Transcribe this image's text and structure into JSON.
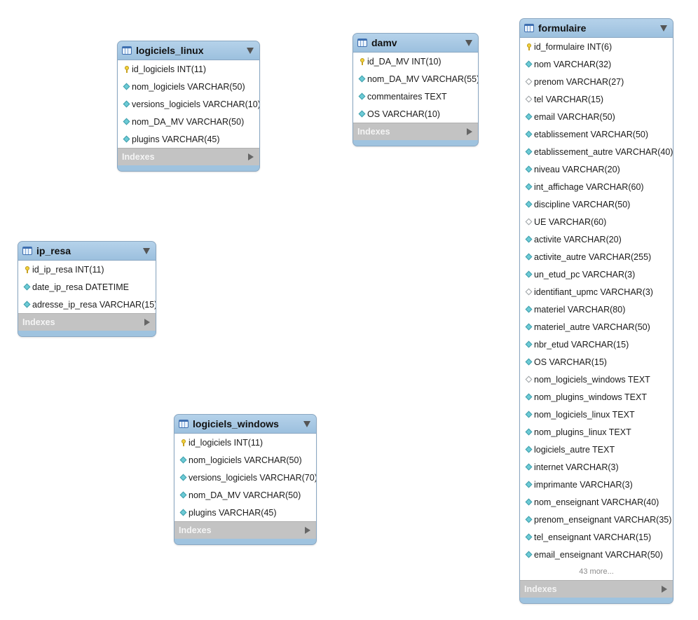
{
  "tables": [
    {
      "id": "logiciels_linux",
      "title": "logiciels_linux",
      "columns": [
        {
          "label": "id_logiciels INT(11)",
          "icon": "key"
        },
        {
          "label": "nom_logiciels VARCHAR(50)",
          "icon": "diamond"
        },
        {
          "label": "versions_logiciels VARCHAR(10)",
          "icon": "diamond"
        },
        {
          "label": "nom_DA_MV VARCHAR(50)",
          "icon": "diamond"
        },
        {
          "label": "plugins VARCHAR(45)",
          "icon": "diamond"
        }
      ],
      "indexes_label": "Indexes"
    },
    {
      "id": "damv",
      "title": "damv",
      "columns": [
        {
          "label": "id_DA_MV INT(10)",
          "icon": "key"
        },
        {
          "label": "nom_DA_MV VARCHAR(55)",
          "icon": "diamond"
        },
        {
          "label": "commentaires TEXT",
          "icon": "diamond"
        },
        {
          "label": "OS VARCHAR(10)",
          "icon": "diamond"
        }
      ],
      "indexes_label": "Indexes"
    },
    {
      "id": "ip_resa",
      "title": "ip_resa",
      "columns": [
        {
          "label": "id_ip_resa INT(11)",
          "icon": "key"
        },
        {
          "label": "date_ip_resa DATETIME",
          "icon": "diamond"
        },
        {
          "label": "adresse_ip_resa VARCHAR(15)",
          "icon": "diamond"
        }
      ],
      "indexes_label": "Indexes"
    },
    {
      "id": "logiciels_windows",
      "title": "logiciels_windows",
      "columns": [
        {
          "label": "id_logiciels INT(11)",
          "icon": "key"
        },
        {
          "label": "nom_logiciels VARCHAR(50)",
          "icon": "diamond"
        },
        {
          "label": "versions_logiciels VARCHAR(70)",
          "icon": "diamond"
        },
        {
          "label": "nom_DA_MV VARCHAR(50)",
          "icon": "diamond"
        },
        {
          "label": "plugins VARCHAR(45)",
          "icon": "diamond"
        }
      ],
      "indexes_label": "Indexes"
    },
    {
      "id": "formulaire",
      "title": "formulaire",
      "columns": [
        {
          "label": "id_formulaire INT(6)",
          "icon": "key"
        },
        {
          "label": "nom VARCHAR(32)",
          "icon": "diamond"
        },
        {
          "label": "prenom VARCHAR(27)",
          "icon": "diamond-open"
        },
        {
          "label": "tel VARCHAR(15)",
          "icon": "diamond-open"
        },
        {
          "label": "email VARCHAR(50)",
          "icon": "diamond"
        },
        {
          "label": "etablissement VARCHAR(50)",
          "icon": "diamond"
        },
        {
          "label": "etablissement_autre VARCHAR(40)",
          "icon": "diamond"
        },
        {
          "label": "niveau VARCHAR(20)",
          "icon": "diamond"
        },
        {
          "label": "int_affichage VARCHAR(60)",
          "icon": "diamond"
        },
        {
          "label": "discipline VARCHAR(50)",
          "icon": "diamond"
        },
        {
          "label": "UE VARCHAR(60)",
          "icon": "diamond-open"
        },
        {
          "label": "activite VARCHAR(20)",
          "icon": "diamond"
        },
        {
          "label": "activite_autre VARCHAR(255)",
          "icon": "diamond"
        },
        {
          "label": "un_etud_pc VARCHAR(3)",
          "icon": "diamond"
        },
        {
          "label": "identifiant_upmc VARCHAR(3)",
          "icon": "diamond-open"
        },
        {
          "label": "materiel VARCHAR(80)",
          "icon": "diamond"
        },
        {
          "label": "materiel_autre VARCHAR(50)",
          "icon": "diamond"
        },
        {
          "label": "nbr_etud VARCHAR(15)",
          "icon": "diamond"
        },
        {
          "label": "OS VARCHAR(15)",
          "icon": "diamond"
        },
        {
          "label": "nom_logiciels_windows TEXT",
          "icon": "diamond-open"
        },
        {
          "label": "nom_plugins_windows TEXT",
          "icon": "diamond"
        },
        {
          "label": "nom_logiciels_linux TEXT",
          "icon": "diamond"
        },
        {
          "label": "nom_plugins_linux TEXT",
          "icon": "diamond"
        },
        {
          "label": "logiciels_autre TEXT",
          "icon": "diamond"
        },
        {
          "label": "internet VARCHAR(3)",
          "icon": "diamond"
        },
        {
          "label": "imprimante VARCHAR(3)",
          "icon": "diamond"
        },
        {
          "label": "nom_enseignant VARCHAR(40)",
          "icon": "diamond"
        },
        {
          "label": "prenom_enseignant VARCHAR(35)",
          "icon": "diamond"
        },
        {
          "label": "tel_enseignant VARCHAR(15)",
          "icon": "diamond"
        },
        {
          "label": "email_enseignant VARCHAR(50)",
          "icon": "diamond"
        }
      ],
      "more_label": "43 more...",
      "indexes_label": "Indexes"
    }
  ]
}
